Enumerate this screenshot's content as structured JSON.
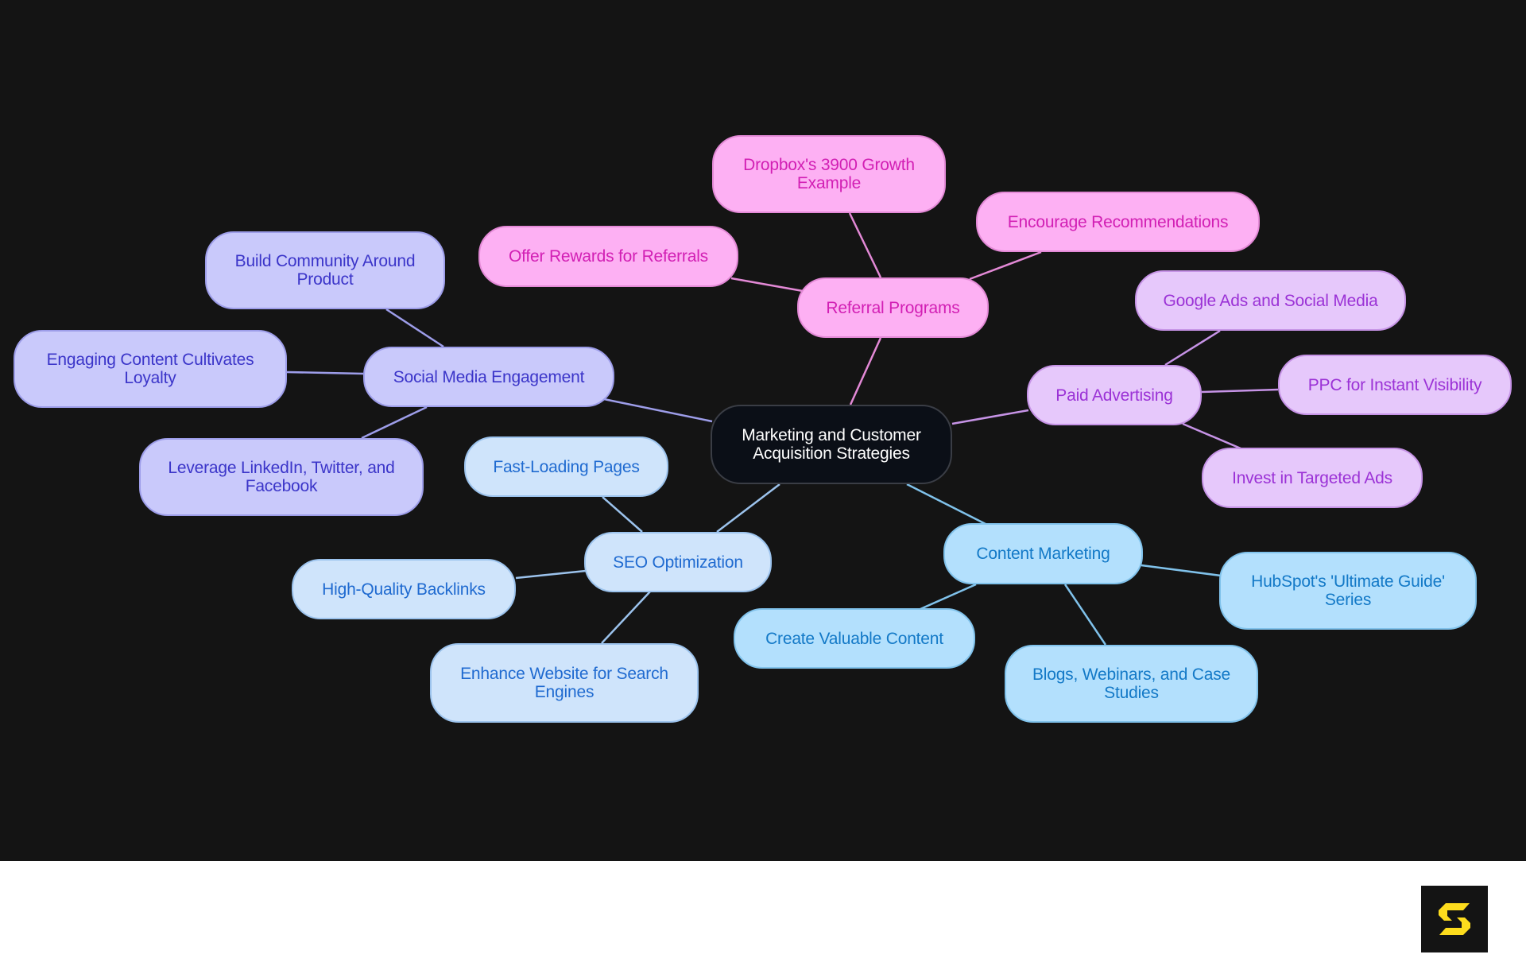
{
  "diagram": {
    "type": "mindmap",
    "root": {
      "label": "Marketing and Customer Acquisition Strategies"
    },
    "branches": [
      {
        "label": "Referral Programs",
        "color": "#fdb0f3",
        "children": [
          {
            "label": "Dropbox's 3900 Growth Example"
          },
          {
            "label": "Encourage Recommendations"
          },
          {
            "label": "Offer Rewards for Referrals"
          }
        ]
      },
      {
        "label": "Social Media Engagement",
        "color": "#c9c9fb",
        "children": [
          {
            "label": "Build Community Around Product"
          },
          {
            "label": "Engaging Content Cultivates Loyalty"
          },
          {
            "label": "Leverage LinkedIn, Twitter, and Facebook"
          }
        ]
      },
      {
        "label": "Paid Advertising",
        "color": "#e6c8fb",
        "children": [
          {
            "label": "Google Ads and Social Media"
          },
          {
            "label": "PPC for Instant Visibility"
          },
          {
            "label": "Invest in Targeted Ads"
          }
        ]
      },
      {
        "label": "SEO Optimization",
        "color": "#cfe4fb",
        "children": [
          {
            "label": "Fast-Loading Pages"
          },
          {
            "label": "High-Quality Backlinks"
          },
          {
            "label": "Enhance Website for Search Engines"
          }
        ]
      },
      {
        "label": "Content Marketing",
        "color": "#b3e0fd",
        "children": [
          {
            "label": "Create Valuable Content"
          },
          {
            "label": "Blogs, Webinars, and Case Studies"
          },
          {
            "label": "HubSpot's 'Ultimate Guide' Series"
          }
        ]
      }
    ]
  },
  "footer": {
    "logo_icon": "s-logo-icon",
    "logo_color": "#fddc1d"
  }
}
